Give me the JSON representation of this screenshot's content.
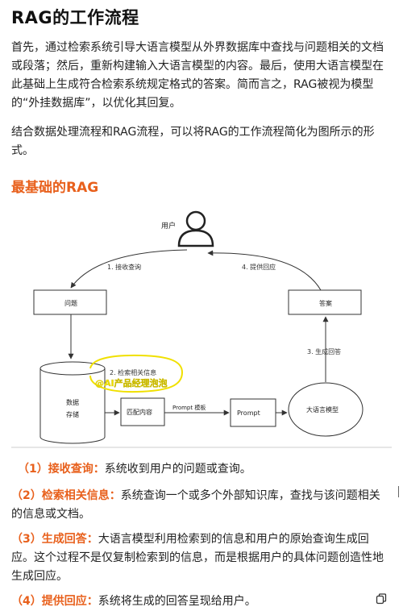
{
  "title": "RAG的工作流程",
  "intro": "首先，通过检索系统引导大语言模型从外界数据库中查找与问题相关的文档或段落；然后，重新构建输入大语言模型的内容。最后，使用大语言模型在此基础上生成符合检索系统规定格式的答案。简而言之，RAG被视为模型的“外挂数据库”，以优化其回复。",
  "summary": "结合数据处理流程和RAG流程，可以将RAG的工作流程简化为图所示的形式。",
  "section_title": "最基础的RAG",
  "diagram": {
    "user": "用户",
    "receive_query": "1. 接收查询",
    "provide_answer": "4. 提供回应",
    "question": "问题",
    "answer": "答案",
    "generate_answer": "3. 生成回答",
    "retrieve": "2. 检索相关信息",
    "watermark": "@AI产品经理泡泡",
    "store_line1": "数据",
    "store_line2": "存储",
    "match": "匹配内容",
    "prompt_template": "Prompt 模板",
    "prompt": "Prompt",
    "llm": "大语言模型"
  },
  "steps": [
    {
      "label": "（1）接收查询：",
      "text": "系统收到用户的问题或查询。"
    },
    {
      "label": "（2）检索相关信息：",
      "text": "系统查询一个或多个外部知识库，查找与该问题相关的信息或文档。"
    },
    {
      "label": "（3）生成回答：",
      "text": "大语言模型利用检索到的信息和用户的原始查询生成回应。这个过程不是仅复制检索到的信息，而是根据用户的具体问题创造性地生成回应。"
    },
    {
      "label": "（4）提供回应：",
      "text": "系统将生成的回答呈现给用户。"
    }
  ],
  "colors": {
    "accent": "#e8601c",
    "highlight": "#f0e000"
  },
  "icons": [
    "user-icon",
    "copy-icon"
  ]
}
